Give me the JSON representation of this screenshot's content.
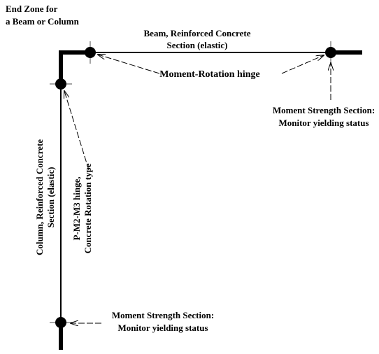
{
  "labels": {
    "end_zone_line1": "End Zone for",
    "end_zone_line2": "a Beam or Column",
    "beam_line1": "Beam, Reinforced Concrete",
    "beam_line2": "Section (elastic)",
    "moment_rotation_hinge": "Moment-Rotation hinge",
    "moment_strength_top_line1": "Moment Strength Section:",
    "moment_strength_top_line2": "Monitor yielding status",
    "column_line1": "Column, Reinforced Concrete",
    "column_line2": "Section (elastic)",
    "pm_hinge_line1": "P-M2-M3 hinge,",
    "pm_hinge_line2": "Concrete Rotation type",
    "moment_strength_bottom_line1": "Moment Strength Section:",
    "moment_strength_bottom_line2": "Monitor yielding status"
  },
  "colors": {
    "ink": "#000000",
    "hinge_marker": "#a6a6a6",
    "background": "#ffffff"
  }
}
